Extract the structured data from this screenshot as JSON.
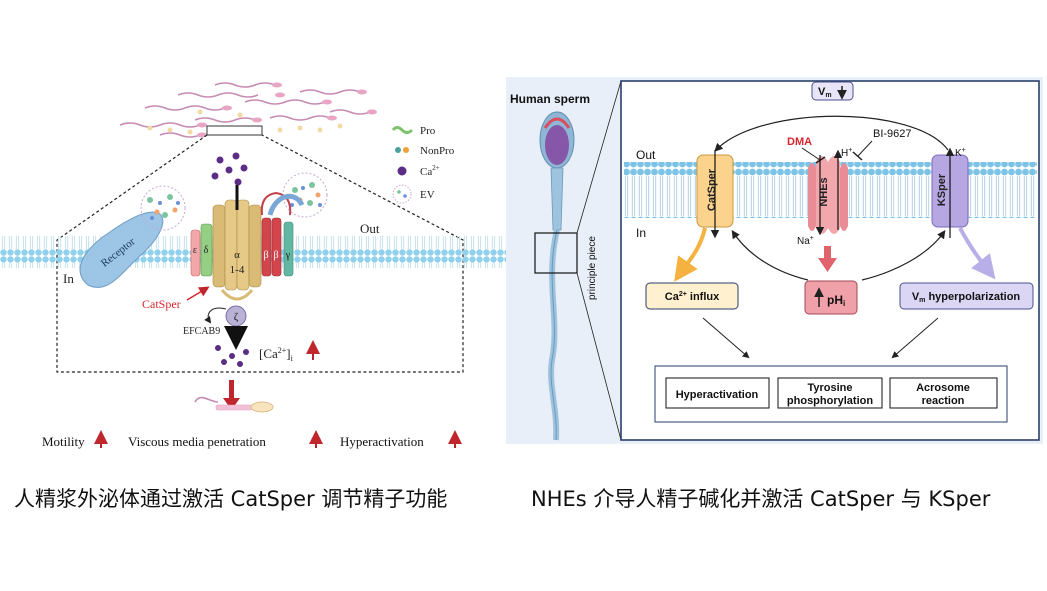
{
  "left_panel": {
    "legend": {
      "pro": "Pro",
      "nonpro": "NonPro",
      "ca": "Ca",
      "ca_sup": "2+",
      "ev": "EV"
    },
    "labels": {
      "receptor": "Receptor",
      "in": "In",
      "out": "Out",
      "catsper": "CatSper",
      "efcab9": "EFCAB9",
      "alpha": "α",
      "alpha_range": "1-4",
      "epsilon": "ε",
      "delta": "δ",
      "beta": "β",
      "gamma": "γ",
      "zeta": "ζ",
      "cai_open": "[Ca",
      "cai_sup": "2+",
      "cai_close": "]",
      "cai_sub": "i"
    },
    "outcomes": [
      {
        "label": "Motility"
      },
      {
        "label": "Viscous media penetration"
      },
      {
        "label": "Hyperactivation"
      }
    ]
  },
  "right_panel": {
    "human_sperm": "Human sperm",
    "principle_piece": "principle piece",
    "vm_top_label": "V",
    "vm_top_sub": "m",
    "out": "Out",
    "in": "In",
    "dma": "DMA",
    "bi": "BI-9627",
    "h_ion": "H",
    "k_ion": "K",
    "na_ion": "Na",
    "ion_sup": "+",
    "channels": {
      "catsper": "CatSper",
      "nhes": "NHEs",
      "ksper": "KSper"
    },
    "ca_influx_pre": "Ca",
    "ca_influx_sup": "2+",
    "ca_influx_post": " influx",
    "phi_main": "pH",
    "phi_sub": "i",
    "vm_hyper_main": "V",
    "vm_hyper_sub": "m",
    "vm_hyper_post": " hyperpolarization",
    "outcomes": [
      {
        "label": "Hyperactivation"
      },
      {
        "label_line1": "Tyrosine",
        "label_line2": "phosphorylation"
      },
      {
        "label_line1": "Acrosome",
        "label_line2": "reaction"
      }
    ],
    "colors": {
      "catsper": "#fbd38d",
      "nhes": "#f2a7ad",
      "ksper": "#b6a6e2",
      "membrane": "#8fd0ec",
      "dma": "#d7262e"
    }
  },
  "captions": {
    "left": "人精浆外泌体通过激活 CatSper 调节精子功能",
    "right": "NHEs 介导人精子碱化并激活 CatSper 与 KSper"
  }
}
